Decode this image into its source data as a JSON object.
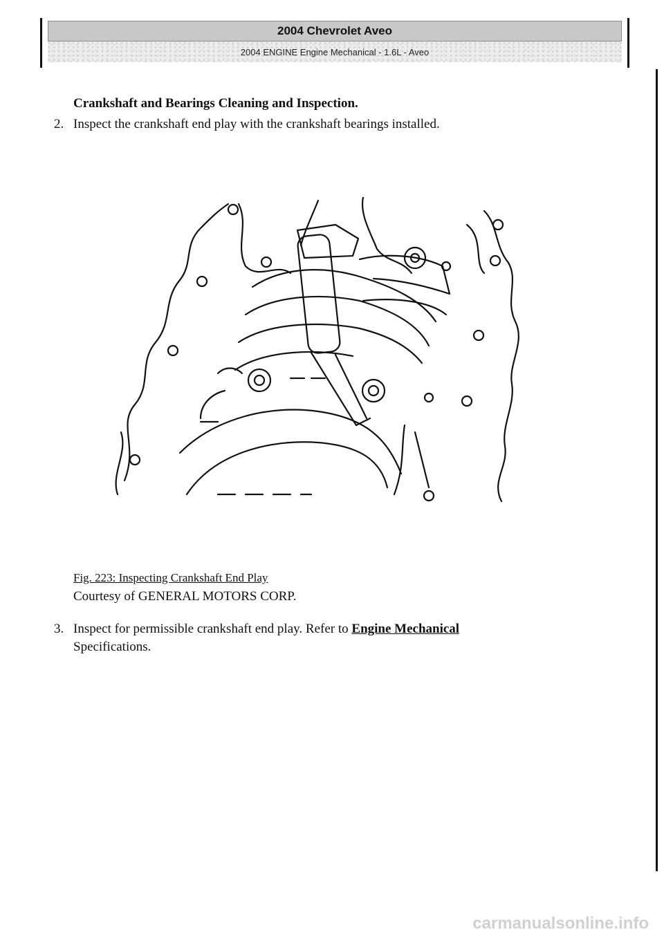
{
  "header": {
    "title": "2004 Chevrolet Aveo",
    "subtitle": "2004 ENGINE Engine Mechanical - 1.6L - Aveo"
  },
  "body": {
    "line1_prefix": "Crankshaft and Bearings Cleaning and Inspection.",
    "step2_num": "2.",
    "step2_text": "Inspect the crankshaft end play with the crankshaft bearings installed.",
    "figure_caption": "Fig. 223: Inspecting Crankshaft End Play",
    "courtesy": "Courtesy of GENERAL MOTORS CORP.",
    "step3_num": "3.",
    "step3_text": "Inspect for permissible crankshaft end play. Refer to ",
    "step3_link": "Engine Mechanical",
    "step3_text2": "Specifications."
  },
  "watermark": "carmanualsonline.info"
}
